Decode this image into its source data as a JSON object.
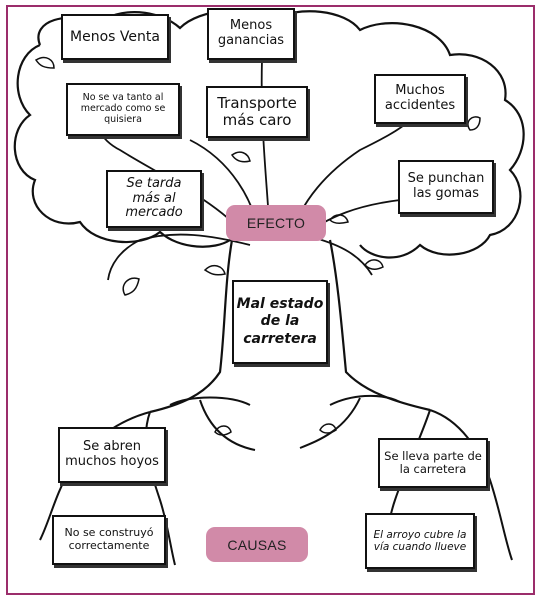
{
  "title": "Mal estado de la carretera",
  "labels": {
    "effect": "EFECTO",
    "cause": "CAUSAS"
  },
  "effects": {
    "menos_venta": "Menos Venta",
    "menos_ganancias": "Menos ganancias",
    "no_se_va": "No se va tanto al mercado como se quisiera",
    "transporte": "Transporte más caro",
    "muchos_accidentes": "Muchos accidentes",
    "se_tarda": "Se tarda más al mercado",
    "se_punchan": "Se punchan las gomas"
  },
  "causes": {
    "se_abren": "Se abren muchos hoyos",
    "se_lleva": "Se lleva parte de la carretera",
    "no_se_construyo": "No se construyó correctamente",
    "el_arroyo": "El arroyo cubre la vía cuando llueve"
  },
  "colors": {
    "frame": "#9b2d6b",
    "pill": "#d18aa8",
    "ink": "#111111"
  }
}
